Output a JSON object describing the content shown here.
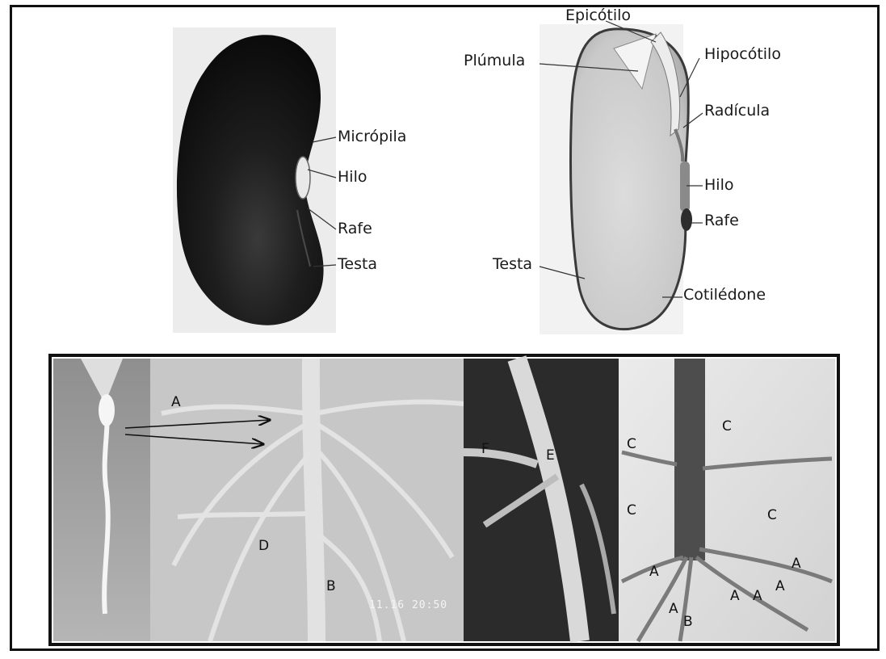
{
  "seed_exterior": {
    "labels": {
      "micropyle": "Micrópila",
      "hilum": "Hilo",
      "raphe": "Rafe",
      "testa": "Testa"
    }
  },
  "seed_interior": {
    "labels": {
      "epicotyl": "Epicótilo",
      "plumule": "Plúmula",
      "hypocotyl": "Hipocótilo",
      "radicle": "Radícula",
      "hilum": "Hilo",
      "raphe": "Rafe",
      "testa": "Testa",
      "cotyledon": "Cotilédone"
    }
  },
  "root_photos": {
    "panel1": {
      "label_a": "A",
      "label_d": "D",
      "label_b": "B",
      "timestamp": "11.16 20:50"
    },
    "panel2": {
      "label_f": "F",
      "label_e": "E"
    },
    "panel3": {
      "labels": [
        "C",
        "C",
        "C",
        "C",
        "A",
        "A",
        "A",
        "A",
        "A",
        "A",
        "B"
      ]
    }
  },
  "colors": {
    "frame": "#111111",
    "seed_dark": "#1b1b1b",
    "seed_light": "#cfcfcf"
  }
}
